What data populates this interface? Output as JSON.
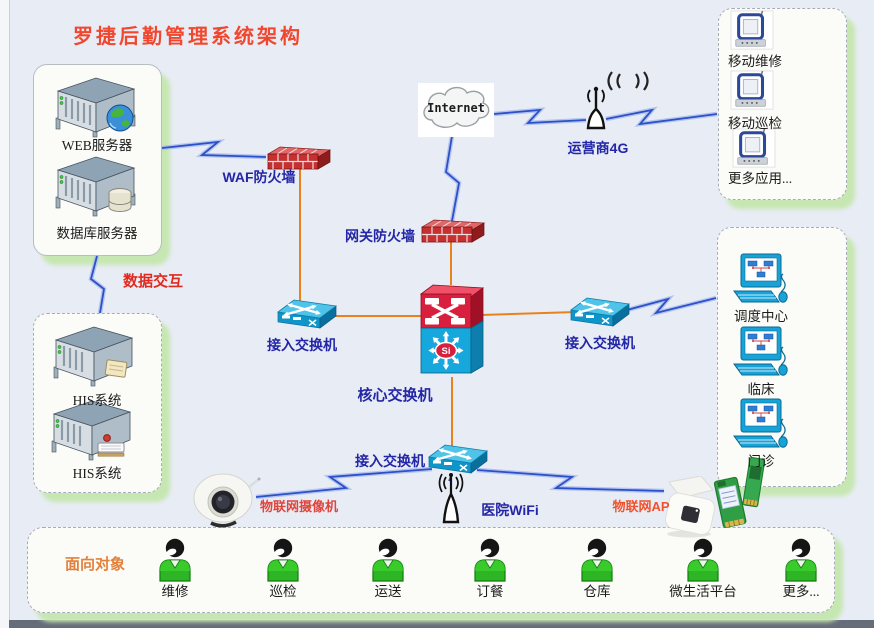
{
  "title": {
    "text": "罗捷后勤管理系统架构"
  },
  "network": {
    "internet_label": "Internet",
    "carrier_4g": "运营商4G",
    "waf_firewall": "WAF防火墙",
    "gateway_firewall": "网关防火墙",
    "core_switch": "核心交换机",
    "core_switch_badge": "Si",
    "access_switch_left": "接入交换机",
    "access_switch_right": "接入交换机",
    "access_switch_bottom": "接入交换机",
    "data_exchange": "数据交互",
    "iot_camera": "物联网摄像机",
    "hospital_wifi": "医院WiFi",
    "iot_ap": "物联网AP"
  },
  "server_panel": {
    "items": [
      "WEB服务器",
      "数据库服务器"
    ]
  },
  "his_panel": {
    "items": [
      "HIS系统",
      "HIS系统"
    ]
  },
  "mobile_panel": {
    "items": [
      "移动维修",
      "移动巡检",
      "更多应用..."
    ]
  },
  "client_panel": {
    "items": [
      "调度中心",
      "临床",
      "门诊"
    ]
  },
  "users_panel": {
    "label": "面向对象",
    "items": [
      "维修",
      "巡检",
      "运送",
      "订餐",
      "仓库",
      "微生活平台",
      "更多..."
    ]
  },
  "colors": {
    "background": "#E8ECF5",
    "orange_line": "#E8821C",
    "link_blue": "#2C50C6",
    "title_red": "#F1472E",
    "label_navy": "#2326A6",
    "label_red": "#E02A20",
    "label_orange": "#E2813C",
    "panel_shadow_green": "#C6E7B1",
    "switch_blue": "#16A7DC",
    "firewall_red": "#C53030"
  }
}
